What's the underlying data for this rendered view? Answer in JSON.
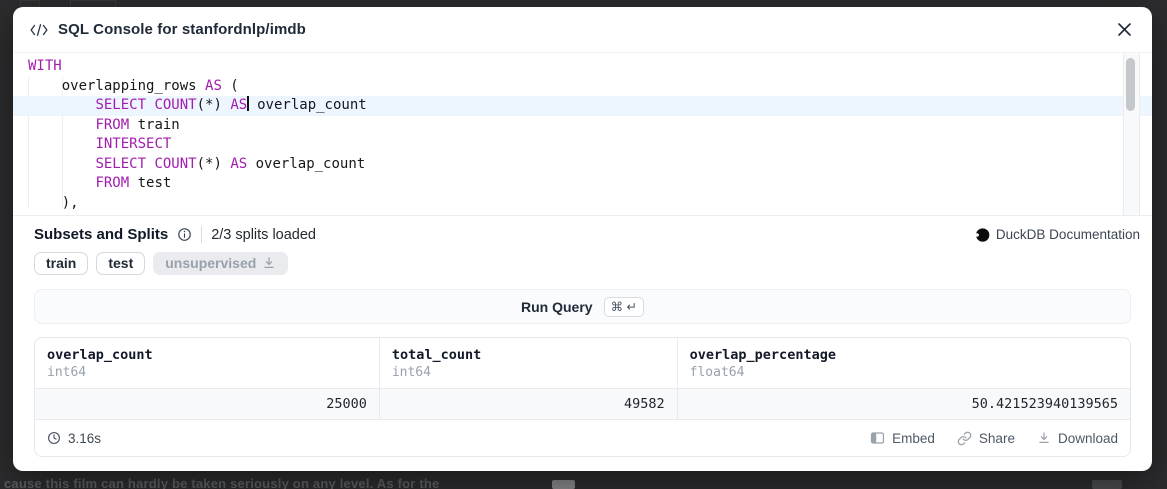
{
  "header": {
    "title": "SQL Console for stanfordnlp/imdb"
  },
  "editor": {
    "keyword_color": "#a21caf",
    "lines": [
      {
        "tokens": [
          {
            "k": true,
            "s": "WITH"
          }
        ]
      },
      {
        "tokens": [
          {
            "s": "    overlapping_rows "
          },
          {
            "k": true,
            "s": "AS"
          },
          {
            "s": " ("
          }
        ]
      },
      {
        "active": true,
        "tokens": [
          {
            "s": "        "
          },
          {
            "k": true,
            "s": "SELECT"
          },
          {
            "s": " "
          },
          {
            "k": true,
            "s": "COUNT"
          },
          {
            "s": "(*) "
          },
          {
            "k": true,
            "s": "AS"
          },
          {
            "cursor": true
          },
          {
            "s": " overlap_count"
          }
        ]
      },
      {
        "tokens": [
          {
            "s": "        "
          },
          {
            "k": true,
            "s": "FROM"
          },
          {
            "s": " train"
          }
        ]
      },
      {
        "tokens": [
          {
            "s": "        "
          },
          {
            "k": true,
            "s": "INTERSECT"
          }
        ]
      },
      {
        "tokens": [
          {
            "s": "        "
          },
          {
            "k": true,
            "s": "SELECT"
          },
          {
            "s": " "
          },
          {
            "k": true,
            "s": "COUNT"
          },
          {
            "s": "(*) "
          },
          {
            "k": true,
            "s": "AS"
          },
          {
            "s": " overlap_count"
          }
        ]
      },
      {
        "tokens": [
          {
            "s": "        "
          },
          {
            "k": true,
            "s": "FROM"
          },
          {
            "s": " test"
          }
        ]
      },
      {
        "tokens": [
          {
            "s": "    ),"
          }
        ]
      }
    ]
  },
  "subsets": {
    "heading": "Subsets and Splits",
    "status": "2/3 splits loaded",
    "doc_link": "DuckDB Documentation",
    "splits": [
      {
        "label": "train",
        "loaded": true
      },
      {
        "label": "test",
        "loaded": true
      },
      {
        "label": "unsupervised",
        "loaded": false
      }
    ]
  },
  "run_query": {
    "label": "Run Query",
    "shortcut": "⌘ ↵"
  },
  "results": {
    "columns": [
      {
        "name": "overlap_count",
        "type": "int64"
      },
      {
        "name": "total_count",
        "type": "int64"
      },
      {
        "name": "overlap_percentage",
        "type": "float64"
      }
    ],
    "rows": [
      [
        "25000",
        "49582",
        "50.421523940139565"
      ]
    ],
    "duration": "3.16s",
    "actions": [
      {
        "label": "Embed",
        "icon": "embed-icon"
      },
      {
        "label": "Share",
        "icon": "share-icon"
      },
      {
        "label": "Download",
        "icon": "download-icon"
      }
    ]
  },
  "background": {
    "peek_text": "cause this film can hardly be taken seriously on any level. As for the"
  }
}
